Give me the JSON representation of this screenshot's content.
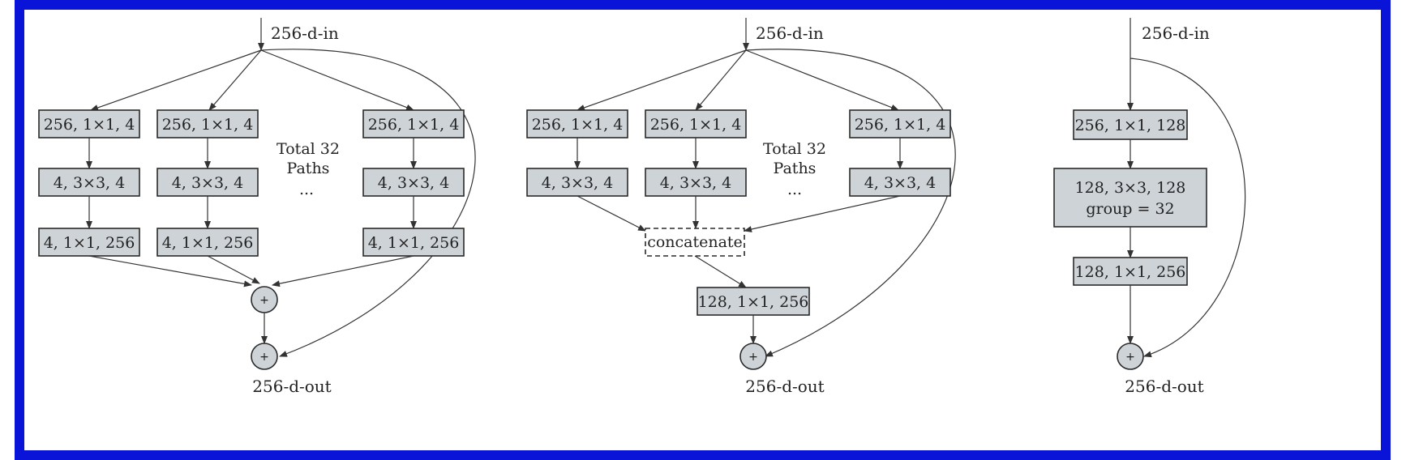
{
  "colors": {
    "frame": "#0a14d8",
    "box_fill": "#cdd3d7",
    "line": "#333333"
  },
  "diagram_a": {
    "input": "256-d-in",
    "output": "256-d-out",
    "path_left": [
      "256, 1×1, 4",
      "4, 3×3, 4",
      "4, 1×1, 256"
    ],
    "path_mid": [
      "256, 1×1, 4",
      "4, 3×3, 4",
      "4, 1×1, 256"
    ],
    "path_right": [
      "256, 1×1, 4",
      "4, 3×3, 4",
      "4, 1×1, 256"
    ],
    "note_line1": "Total 32",
    "note_line2": "Paths",
    "note_ellipsis": "...",
    "plus": "+"
  },
  "diagram_b": {
    "input": "256-d-in",
    "output": "256-d-out",
    "path_left": [
      "256, 1×1, 4",
      "4, 3×3, 4"
    ],
    "path_mid": [
      "256, 1×1, 4",
      "4, 3×3, 4"
    ],
    "path_right": [
      "256, 1×1, 4",
      "4, 3×3, 4"
    ],
    "concat": "concatenate",
    "post_concat": "128, 1×1, 256",
    "note_line1": "Total 32",
    "note_line2": "Paths",
    "note_ellipsis": "...",
    "plus": "+"
  },
  "diagram_c": {
    "input": "256-d-in",
    "output": "256-d-out",
    "box1": "256, 1×1, 128",
    "box2_line1": "128, 3×3, 128",
    "box2_line2": "group = 32",
    "box3": "128, 1×1, 256",
    "plus": "+"
  }
}
